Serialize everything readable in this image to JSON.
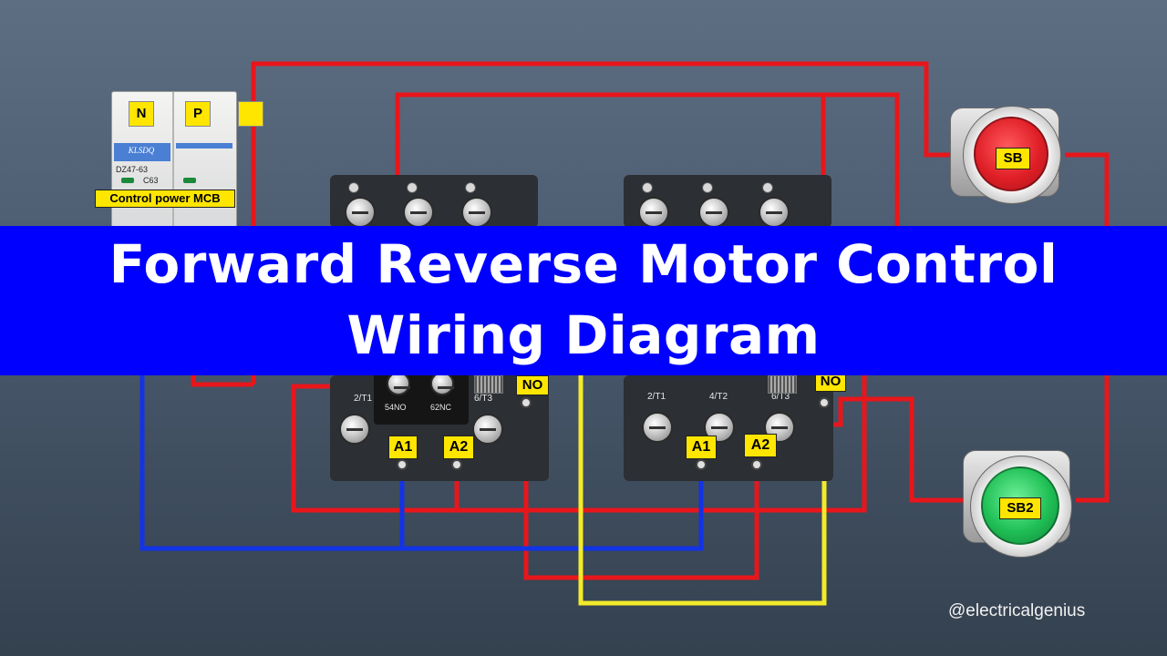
{
  "title": {
    "line1": "Forward Reverse Motor Control",
    "line2": "Wiring Diagram"
  },
  "mcb": {
    "label": "Control power MCB",
    "n_terminal": "N",
    "p_terminal": "P",
    "brand": "KLSDQ",
    "model": "DZ47-63",
    "rating": "C63"
  },
  "contactor1": {
    "coil_a1": "A1",
    "coil_a2": "A2",
    "no_label": "NO",
    "aux_54": "54NO",
    "aux_62": "62NC",
    "t1": "2/T1",
    "t3": "6/T3"
  },
  "contactor2": {
    "coil_a1": "A1",
    "coil_a2": "A2",
    "no_label": "NO",
    "t1": "2/T1",
    "t2": "4/T2",
    "t3": "6/T3"
  },
  "buttons": {
    "sb": "SB",
    "sb2": "SB2"
  },
  "watermark": "@electricalgenius",
  "colors": {
    "wire_red": "#e8161b",
    "wire_blue": "#1233e6",
    "wire_yellow": "#f3ea2a",
    "banner": "#0000ff",
    "label_yellow": "#ffe600",
    "button_red": "#e01f27",
    "button_green": "#1fbf55"
  }
}
